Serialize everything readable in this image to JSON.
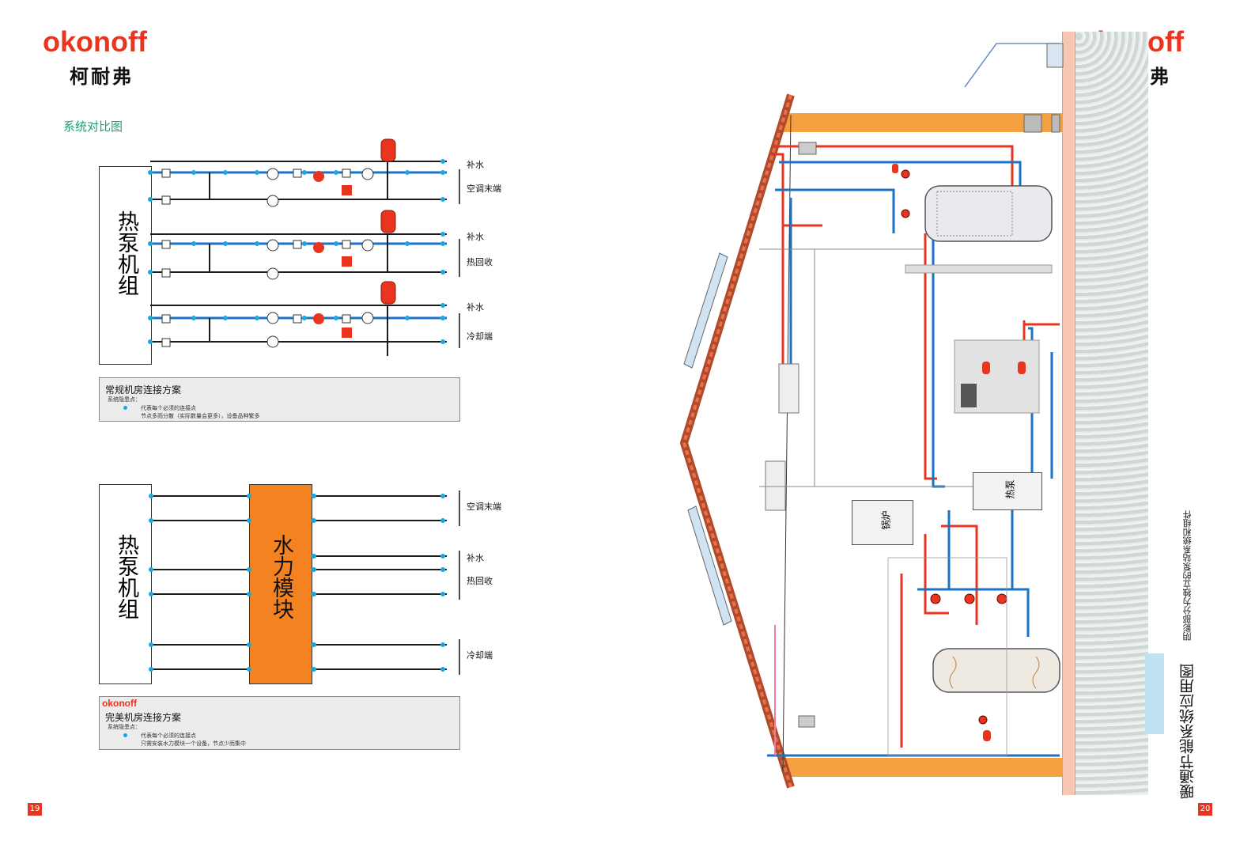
{
  "left_page": {
    "brand": "okonoff",
    "brand_cn": "柯耐弗",
    "subtitle": "系统对比图",
    "diagram1": {
      "heat_pump_label": "热泵机组",
      "outputs": [
        "补水",
        "空调末端",
        "补水",
        "热回收",
        "补水",
        "冷却端"
      ],
      "note_title": "常规机房连接方案",
      "note_sub": "系统隐患点：",
      "note_lines": [
        "代表每个必须的连接点",
        "节点多而分散（实际数量会更多），设备品种繁多"
      ]
    },
    "diagram2": {
      "heat_pump_label": "热泵机组",
      "module_label": "水力模块",
      "outputs": [
        "空调末端",
        "补水",
        "热回收",
        "冷却端"
      ],
      "note_brand": "okonoff",
      "note_title": "完美机房连接方案",
      "note_sub": "系统隐患点：",
      "note_lines": [
        "代表每个必须的连接点",
        "只需安装水力模块一个设备，节点少而集中"
      ]
    },
    "page_number": "19"
  },
  "right_page": {
    "brand": "okonoff",
    "brand_cn": "柯耐弗",
    "equipment": {
      "boiler": "锅炉",
      "heat_pump": "热泵"
    },
    "vertical_caption": "暖通节能系统应用图",
    "vertical_note": "阴影部分为独立的泵站系统和组件",
    "page_number": "20"
  },
  "colors": {
    "brand_red": "#e8351f",
    "pipe_blue": "#1a73c4",
    "pipe_red": "#e8351f",
    "module_orange": "#f58220",
    "roof_orange": "#f5a142",
    "wall_pink": "#f7c7b3",
    "accent_green": "#1aa36a",
    "node_cyan": "#18a8e0"
  }
}
